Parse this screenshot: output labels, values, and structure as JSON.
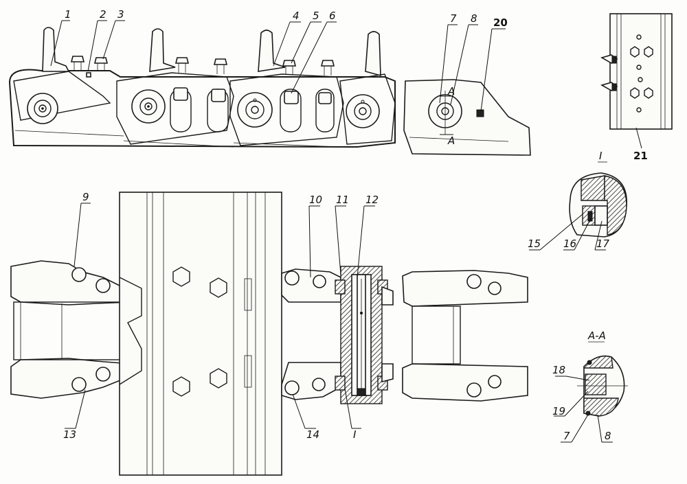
{
  "drawing": {
    "callouts": {
      "c1": "1",
      "c2": "2",
      "c3": "3",
      "c4": "4",
      "c5": "5",
      "c6": "6",
      "c7": "7",
      "c8": "8",
      "c20": "20",
      "c21": "21",
      "c9": "9",
      "c10": "10",
      "c11": "11",
      "c12": "12",
      "c13": "13",
      "c14": "14",
      "cI": "I",
      "c15": "15",
      "c16": "16",
      "c17": "17",
      "c18": "18",
      "c19": "19",
      "c7b": "7",
      "c8b": "8"
    },
    "section_marks": {
      "a_top": "A",
      "a_bottom": "A",
      "detail_I_title": "I",
      "section_AA_title": "A-A"
    }
  }
}
